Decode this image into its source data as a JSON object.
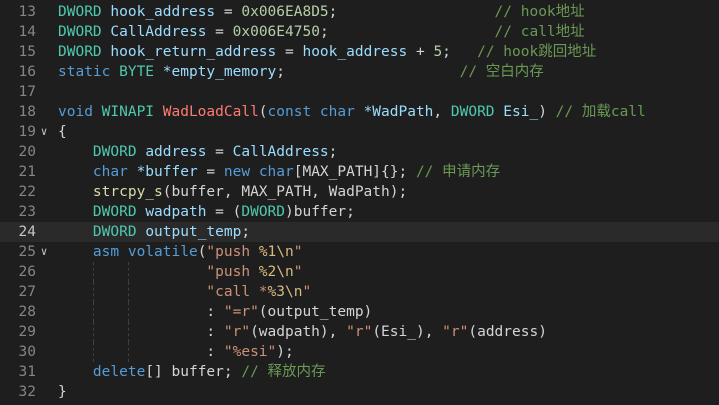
{
  "editor": {
    "language": "cpp",
    "current_line": 24,
    "lines": [
      {
        "num": "13",
        "fold": "",
        "indent": 0,
        "tokens": [
          {
            "t": "DWORD ",
            "c": "ty"
          },
          {
            "t": "hook_address ",
            "c": "id"
          },
          {
            "t": "= ",
            "c": "p"
          },
          {
            "t": "0x006EA8D5",
            "c": "n"
          },
          {
            "t": ";                  ",
            "c": "p"
          },
          {
            "t": "// hook地址",
            "c": "c"
          }
        ]
      },
      {
        "num": "14",
        "fold": "",
        "indent": 0,
        "tokens": [
          {
            "t": "DWORD ",
            "c": "ty"
          },
          {
            "t": "CallAddress ",
            "c": "id"
          },
          {
            "t": "= ",
            "c": "p"
          },
          {
            "t": "0x006E4750",
            "c": "n"
          },
          {
            "t": ";                   ",
            "c": "p"
          },
          {
            "t": "// call地址",
            "c": "c"
          }
        ]
      },
      {
        "num": "15",
        "fold": "",
        "indent": 0,
        "tokens": [
          {
            "t": "DWORD ",
            "c": "ty"
          },
          {
            "t": "hook_return_address ",
            "c": "id"
          },
          {
            "t": "= ",
            "c": "p"
          },
          {
            "t": "hook_address ",
            "c": "id"
          },
          {
            "t": "+ ",
            "c": "p"
          },
          {
            "t": "5",
            "c": "n"
          },
          {
            "t": ";   ",
            "c": "p"
          },
          {
            "t": "// hook跳回地址",
            "c": "c"
          }
        ]
      },
      {
        "num": "16",
        "fold": "",
        "indent": 0,
        "tokens": [
          {
            "t": "static ",
            "c": "k"
          },
          {
            "t": "BYTE ",
            "c": "ty"
          },
          {
            "t": "*empty_memory",
            "c": "id"
          },
          {
            "t": ";                    ",
            "c": "p"
          },
          {
            "t": "// 空白内存",
            "c": "c"
          }
        ]
      },
      {
        "num": "17",
        "fold": "",
        "indent": 0,
        "tokens": []
      },
      {
        "num": "18",
        "fold": "",
        "indent": 0,
        "tokens": [
          {
            "t": "void ",
            "c": "k"
          },
          {
            "t": "WINAPI ",
            "c": "ty"
          },
          {
            "t": "WadLoadCall",
            "c": "fn"
          },
          {
            "t": "(",
            "c": "p"
          },
          {
            "t": "const ",
            "c": "k"
          },
          {
            "t": "char ",
            "c": "k"
          },
          {
            "t": "*WadPath",
            "c": "id"
          },
          {
            "t": ", ",
            "c": "p"
          },
          {
            "t": "DWORD ",
            "c": "ty"
          },
          {
            "t": "Esi_",
            "c": "id"
          },
          {
            "t": ") ",
            "c": "p"
          },
          {
            "t": "// 加载call",
            "c": "c"
          }
        ]
      },
      {
        "num": "19",
        "fold": "v",
        "indent": 0,
        "tokens": [
          {
            "t": "{",
            "c": "p"
          }
        ]
      },
      {
        "num": "20",
        "fold": "",
        "indent": 1,
        "tokens": [
          {
            "t": "    "
          },
          {
            "t": "DWORD ",
            "c": "ty"
          },
          {
            "t": "address ",
            "c": "id"
          },
          {
            "t": "= ",
            "c": "p"
          },
          {
            "t": "CallAddress",
            "c": "id"
          },
          {
            "t": ";",
            "c": "p"
          }
        ]
      },
      {
        "num": "21",
        "fold": "",
        "indent": 1,
        "tokens": [
          {
            "t": "    "
          },
          {
            "t": "char ",
            "c": "k"
          },
          {
            "t": "*buffer ",
            "c": "id"
          },
          {
            "t": "= ",
            "c": "p"
          },
          {
            "t": "new ",
            "c": "k"
          },
          {
            "t": "char",
            "c": "k"
          },
          {
            "t": "[MAX_PATH]{}; ",
            "c": "p"
          },
          {
            "t": "// 申请内存",
            "c": "c"
          }
        ]
      },
      {
        "num": "22",
        "fold": "",
        "indent": 1,
        "tokens": [
          {
            "t": "    "
          },
          {
            "t": "strcpy_s",
            "c": "fn2"
          },
          {
            "t": "(buffer, MAX_PATH, WadPath);",
            "c": "p"
          }
        ]
      },
      {
        "num": "23",
        "fold": "",
        "indent": 1,
        "tokens": [
          {
            "t": "    "
          },
          {
            "t": "DWORD ",
            "c": "ty"
          },
          {
            "t": "wadpath ",
            "c": "id"
          },
          {
            "t": "= (",
            "c": "p"
          },
          {
            "t": "DWORD",
            "c": "ty"
          },
          {
            "t": ")buffer;",
            "c": "p"
          }
        ]
      },
      {
        "num": "24",
        "fold": "",
        "indent": 1,
        "tokens": [
          {
            "t": "    "
          },
          {
            "t": "DWORD ",
            "c": "ty"
          },
          {
            "t": "output_temp",
            "c": "id"
          },
          {
            "t": ";",
            "c": "p"
          }
        ]
      },
      {
        "num": "25",
        "fold": "v",
        "indent": 1,
        "tokens": [
          {
            "t": "    "
          },
          {
            "t": "asm ",
            "c": "k"
          },
          {
            "t": "volatile",
            "c": "k"
          },
          {
            "t": "(",
            "c": "p"
          },
          {
            "t": "\"push ",
            "c": "s"
          },
          {
            "t": "%1",
            "c": "es"
          },
          {
            "t": "\\n",
            "c": "es"
          },
          {
            "t": "\"",
            "c": "s"
          }
        ]
      },
      {
        "num": "26",
        "fold": "",
        "indent": 3,
        "tokens": [
          {
            "t": "                 "
          },
          {
            "t": "\"push ",
            "c": "s"
          },
          {
            "t": "%2",
            "c": "es"
          },
          {
            "t": "\\n",
            "c": "es"
          },
          {
            "t": "\"",
            "c": "s"
          }
        ]
      },
      {
        "num": "27",
        "fold": "",
        "indent": 3,
        "tokens": [
          {
            "t": "                 "
          },
          {
            "t": "\"call *",
            "c": "s"
          },
          {
            "t": "%3",
            "c": "es"
          },
          {
            "t": "\\n",
            "c": "es"
          },
          {
            "t": "\"",
            "c": "s"
          }
        ]
      },
      {
        "num": "28",
        "fold": "",
        "indent": 3,
        "tokens": [
          {
            "t": "                 "
          },
          {
            "t": ": ",
            "c": "p"
          },
          {
            "t": "\"=r\"",
            "c": "s"
          },
          {
            "t": "(output_temp)",
            "c": "p"
          }
        ]
      },
      {
        "num": "29",
        "fold": "",
        "indent": 3,
        "tokens": [
          {
            "t": "                 "
          },
          {
            "t": ": ",
            "c": "p"
          },
          {
            "t": "\"r\"",
            "c": "s"
          },
          {
            "t": "(wadpath), ",
            "c": "p"
          },
          {
            "t": "\"r\"",
            "c": "s"
          },
          {
            "t": "(Esi_), ",
            "c": "p"
          },
          {
            "t": "\"r\"",
            "c": "s"
          },
          {
            "t": "(address)",
            "c": "p"
          }
        ]
      },
      {
        "num": "30",
        "fold": "",
        "indent": 3,
        "tokens": [
          {
            "t": "                 "
          },
          {
            "t": ": ",
            "c": "p"
          },
          {
            "t": "\"%esi\"",
            "c": "s"
          },
          {
            "t": ");",
            "c": "p"
          }
        ]
      },
      {
        "num": "31",
        "fold": "",
        "indent": 1,
        "tokens": [
          {
            "t": "    "
          },
          {
            "t": "delete",
            "c": "k"
          },
          {
            "t": "[] buffer; ",
            "c": "p"
          },
          {
            "t": "// 释放内存",
            "c": "c"
          }
        ]
      },
      {
        "num": "32",
        "fold": "",
        "indent": 0,
        "tokens": [
          {
            "t": "}",
            "c": "p"
          }
        ]
      }
    ]
  }
}
